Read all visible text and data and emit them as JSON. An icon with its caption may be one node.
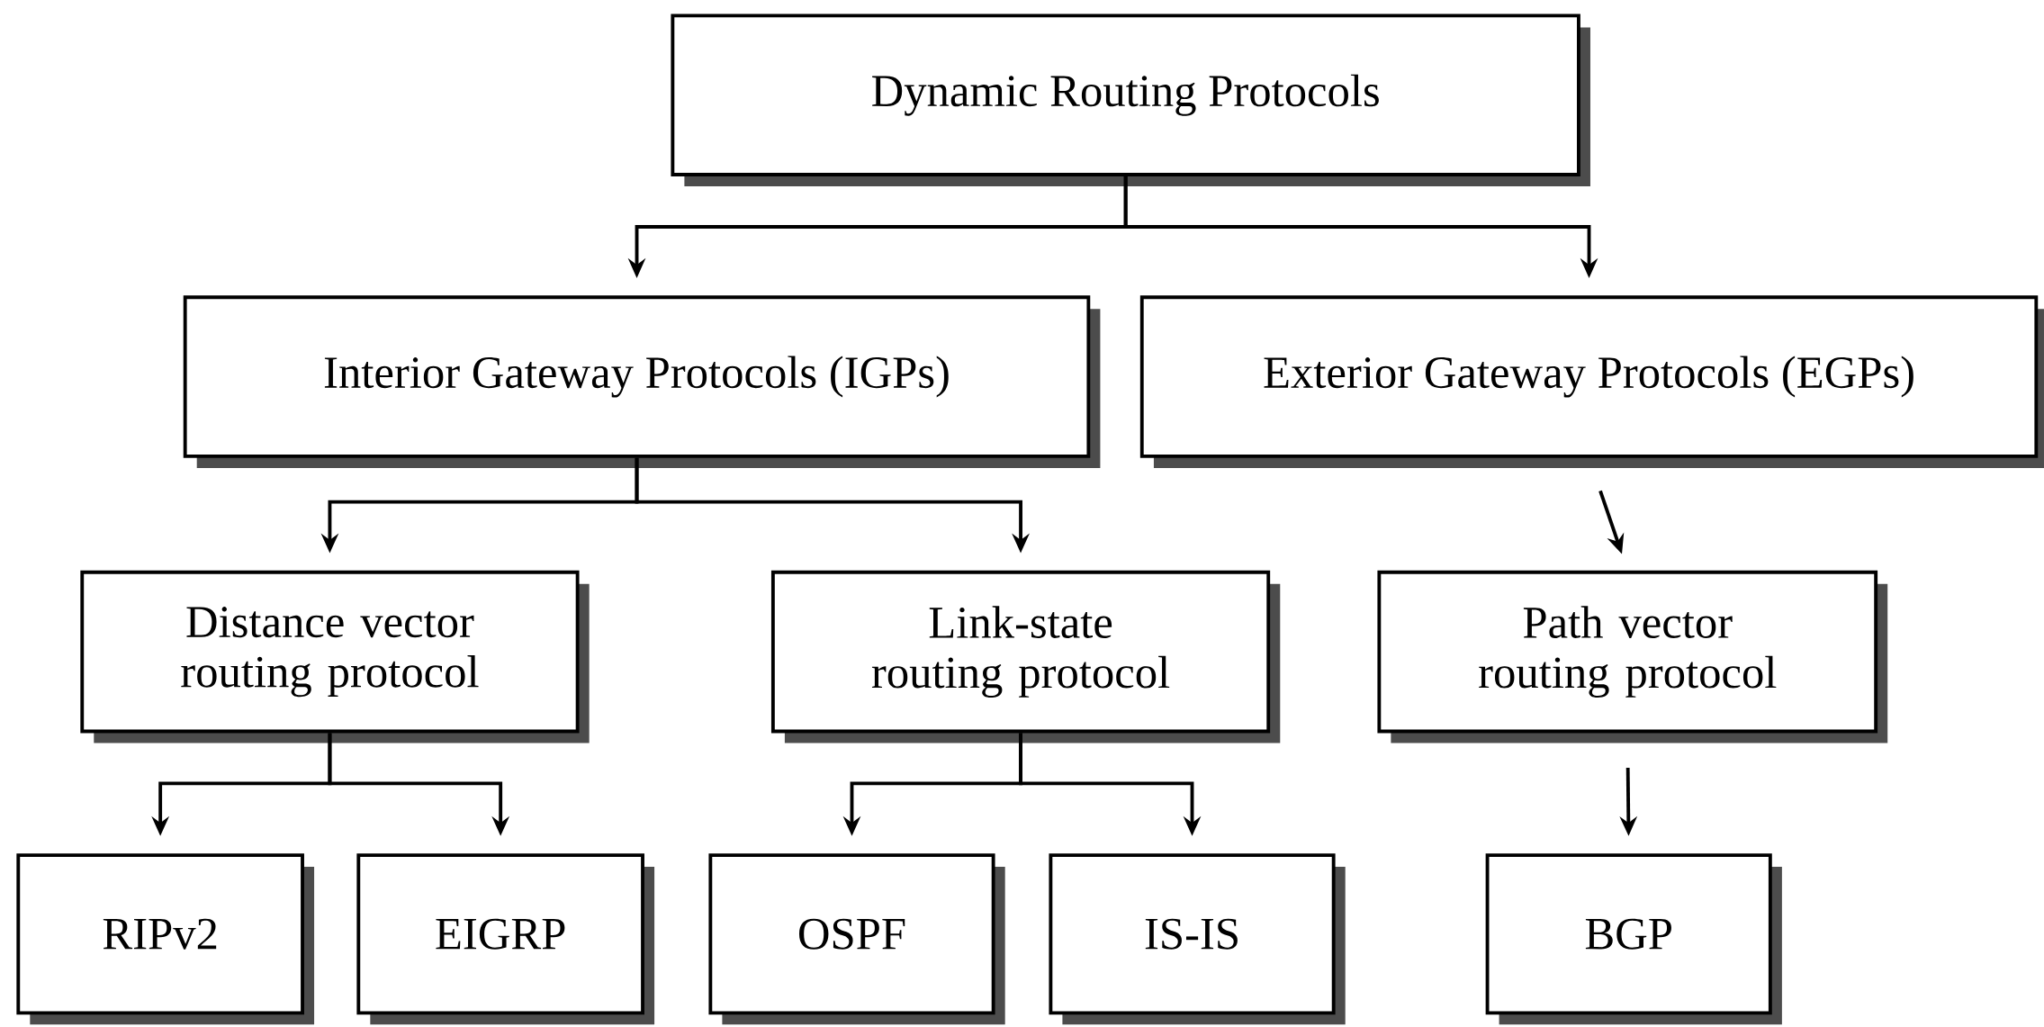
{
  "diagram": {
    "nodes": [
      {
        "text": [
          "Dynamic Routing Protocols"
        ]
      },
      {
        "text": [
          "Interior Gateway Protocols (IGPs)"
        ]
      },
      {
        "text": [
          "Exterior Gateway Protocols (EGPs)"
        ]
      },
      {
        "text": [
          "Distance vector routing protocol"
        ]
      },
      {
        "text": [
          "Link-state routing protocol"
        ]
      },
      {
        "text": [
          "Path vector routing protocol"
        ]
      },
      {
        "text": [
          "RIPv2"
        ]
      },
      {
        "text": [
          "EIGRP"
        ]
      },
      {
        "text": [
          "OSPF"
        ]
      },
      {
        "text": [
          "IS-IS"
        ]
      },
      {
        "text": [
          "BGP"
        ]
      }
    ],
    "edges": [
      {
        "from": 0,
        "to": 1,
        "arrow": "to"
      },
      {
        "from": 0,
        "to": 2,
        "arrow": "to"
      },
      {
        "from": 1,
        "to": 3,
        "arrow": "to"
      },
      {
        "from": 1,
        "to": 4,
        "arrow": "to"
      },
      {
        "from": 2,
        "to": 5,
        "arrow": "to"
      },
      {
        "from": 3,
        "to": 6,
        "arrow": "to"
      },
      {
        "from": 3,
        "to": 7,
        "arrow": "to"
      },
      {
        "from": 4,
        "to": 8,
        "arrow": "to"
      },
      {
        "from": 4,
        "to": 9,
        "arrow": "to"
      },
      {
        "from": 5,
        "to": 10,
        "arrow": "to"
      }
    ]
  }
}
